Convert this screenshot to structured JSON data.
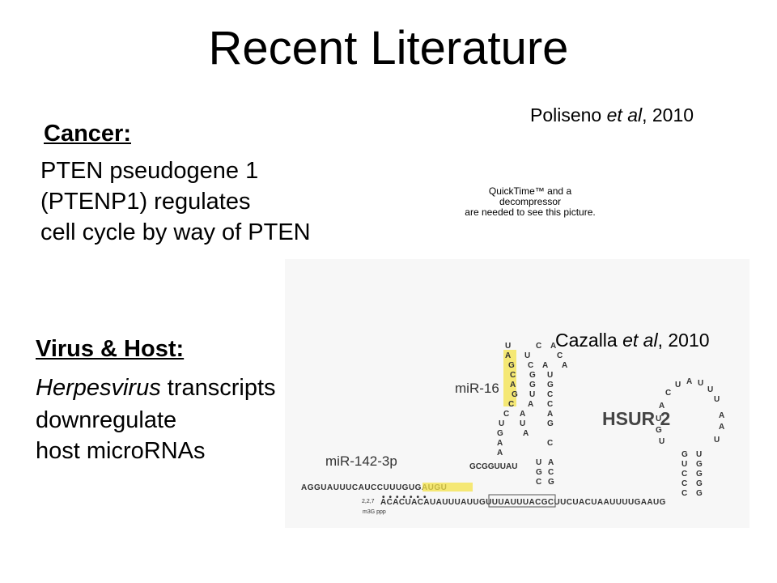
{
  "title": "Recent Literature",
  "cancer": {
    "heading": "Cancer:",
    "lines": [
      "PTEN pseudogene 1",
      "(PTENP1) regulates",
      "cell cycle by way of PTEN"
    ]
  },
  "poliseno_citation": {
    "author": "Poliseno ",
    "etal": "et al",
    "year": ", 2010"
  },
  "quicktime_placeholder": {
    "lines": [
      "QuickTime™ and a",
      "decompressor",
      "are needed to see this picture."
    ]
  },
  "virus": {
    "heading": "Virus & Host:",
    "line1_italic": "Herpesvirus",
    "line1_rest": " transcripts",
    "line2": "downregulate",
    "line3": "host microRNAs"
  },
  "cazalla_citation": {
    "author": "Cazalla ",
    "etal": "et al",
    "year": ", 2010"
  },
  "figure": {
    "label_mir16": "miR-16",
    "label_hsur2": "HSUR 2",
    "label_mir142": "miR-142-3p",
    "seq_top": "AGGUAUUUCAUCCUUUGUGAUGU",
    "seq_bottom": "ACACUACAUAUUUAUUGUUUAUUUACGCUUCUACUAAUUUUGAAUG",
    "cap": "m3G ppp",
    "cap_numbers": "2,2,7",
    "hairpin_tail": "GCGGUUAU",
    "highlight_color": "#f4e34a",
    "rna_color": "#333333"
  }
}
